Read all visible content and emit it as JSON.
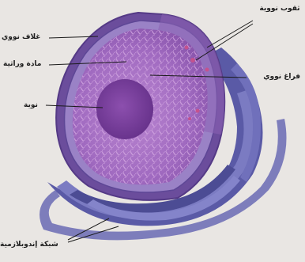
{
  "labels": {
    "nuclear_pores": "ثقوب نووية",
    "nuclear_envelope": "غلاف نووي",
    "chromatin": "مادة وراثية",
    "nuclear_space": "فراغ نووي",
    "nucleolus": "نوية",
    "endoplasmic_reticulum": "شبكة إندوبلازمية"
  },
  "colors": {
    "background": "#e9e6e3",
    "nucleoplasm": "#a46cc2",
    "chromatin_mesh": "#c99ad9",
    "nucleolus": "#7a3f9e",
    "envelope": "#6e4fa0",
    "er": "#6f6fb8",
    "er_dark": "#4f4f98",
    "pore": "#c0508a",
    "line": "#1a1a1a"
  }
}
